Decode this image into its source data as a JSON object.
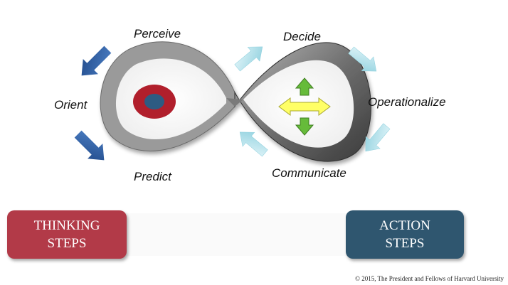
{
  "loop_labels": {
    "perceive": "Perceive",
    "orient": "Orient",
    "predict": "Predict",
    "decide": "Decide",
    "operationalize": "Operationalize",
    "communicate": "Communicate"
  },
  "thinking_box": {
    "line1": "THINKING",
    "line2": "STEPS",
    "color": "#b23a48"
  },
  "action_box": {
    "line1": "ACTION",
    "line2": "STEPS",
    "color": "#2f566f"
  },
  "copyright": "© 2015, The President and Fellows of Harvard University",
  "colors": {
    "left_arrows": "#2b5aa0",
    "right_arrows": "#a9dde8",
    "target_outer": "#b11f2c",
    "target_inner": "#2e5b82",
    "move_arrows_green": "#66bb3a",
    "move_arrows_yellow": "#ffff66",
    "band_gray": "#8c8c8c"
  },
  "icons": [
    "target-icon",
    "four-way-arrows-icon"
  ]
}
